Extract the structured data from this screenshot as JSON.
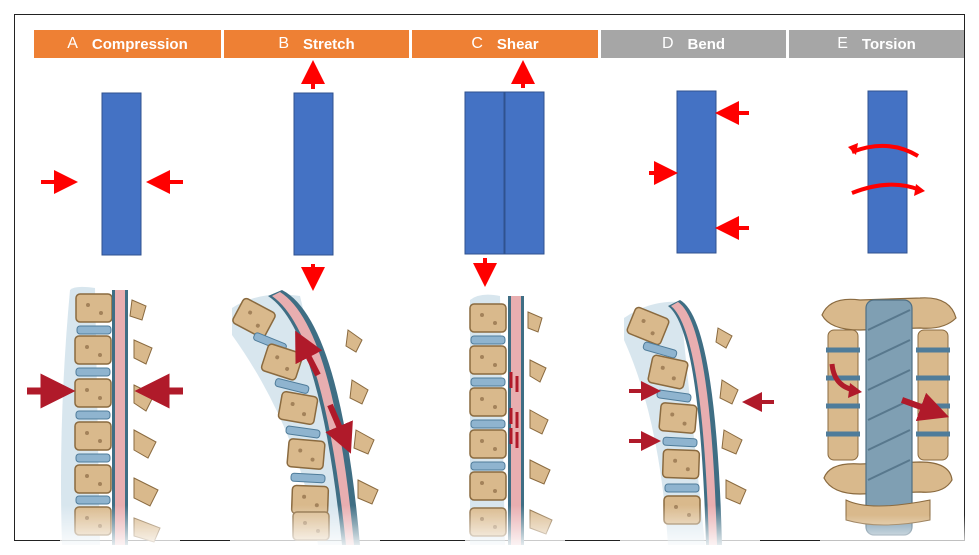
{
  "headers": [
    {
      "letter": "A",
      "word": "Compression",
      "color": "#ee8034"
    },
    {
      "letter": "B",
      "word": "Stretch",
      "color": "#ee8034"
    },
    {
      "letter": "C",
      "word": "Shear",
      "color": "#ee8034"
    },
    {
      "letter": "D",
      "word": "Bend",
      "color": "#a6a6a6"
    },
    {
      "letter": "E",
      "word": "Torsion",
      "color": "#a6a6a6"
    }
  ],
  "colors": {
    "block": "#4472c4",
    "arrow": "#ff0000",
    "spine_arrow": "#b01a2a",
    "bone": "#d9b98c",
    "disc": "#8fb4cf",
    "cord": "#e8aeb0",
    "canal": "#3f6e84"
  }
}
